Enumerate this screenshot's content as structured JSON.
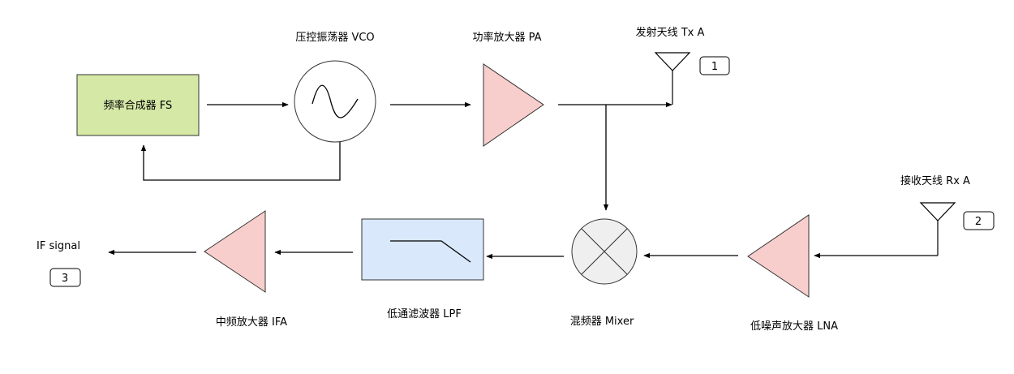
{
  "blocks": {
    "fs": {
      "label": "频率合成器 FS"
    },
    "vco": {
      "label": "压控振荡器 VCO"
    },
    "pa": {
      "label": "功率放大器 PA"
    },
    "tx_antenna": {
      "label": "发射天线 Tx A",
      "badge": "1"
    },
    "rx_antenna": {
      "label": "接收天线 Rx A",
      "badge": "2"
    },
    "lna": {
      "label": "低噪声放大器 LNA"
    },
    "mixer": {
      "label": "混频器 Mixer"
    },
    "lpf": {
      "label": "低通滤波器 LPF"
    },
    "ifa": {
      "label": "中频放大器 IFA"
    },
    "if_out": {
      "label": "IF signal",
      "badge": "3"
    }
  },
  "colors": {
    "fs_fill": "#d5e8a6",
    "amp_fill": "#f8cecc",
    "lpf_fill": "#dae8fc",
    "mixer_fill": "#efefef",
    "vco_fill": "#ffffff",
    "line": "#000000"
  }
}
